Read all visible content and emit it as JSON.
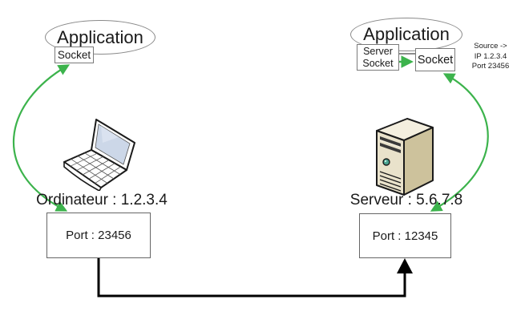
{
  "colors": {
    "arrow_green": "#3cb34c",
    "ellipse_stroke": "#8a8a8a",
    "box_stroke": "#6e6e6e",
    "connector_black": "#000000"
  },
  "client": {
    "application_label": "Application",
    "socket_label": "Socket",
    "host_label": "Ordinateur : 1.2.3.4",
    "port_label": "Port : 23456"
  },
  "server": {
    "application_label": "Application",
    "server_socket": {
      "line1": "Server",
      "line2": "Socket"
    },
    "socket_label": "Socket",
    "host_label": "Serveur : 5.6.7.8",
    "port_label": "Port : 12345",
    "source_note": {
      "line1": "Source -&gt;",
      "line2": "IP 1.2.3.4",
      "line3": "Port 23456"
    }
  }
}
